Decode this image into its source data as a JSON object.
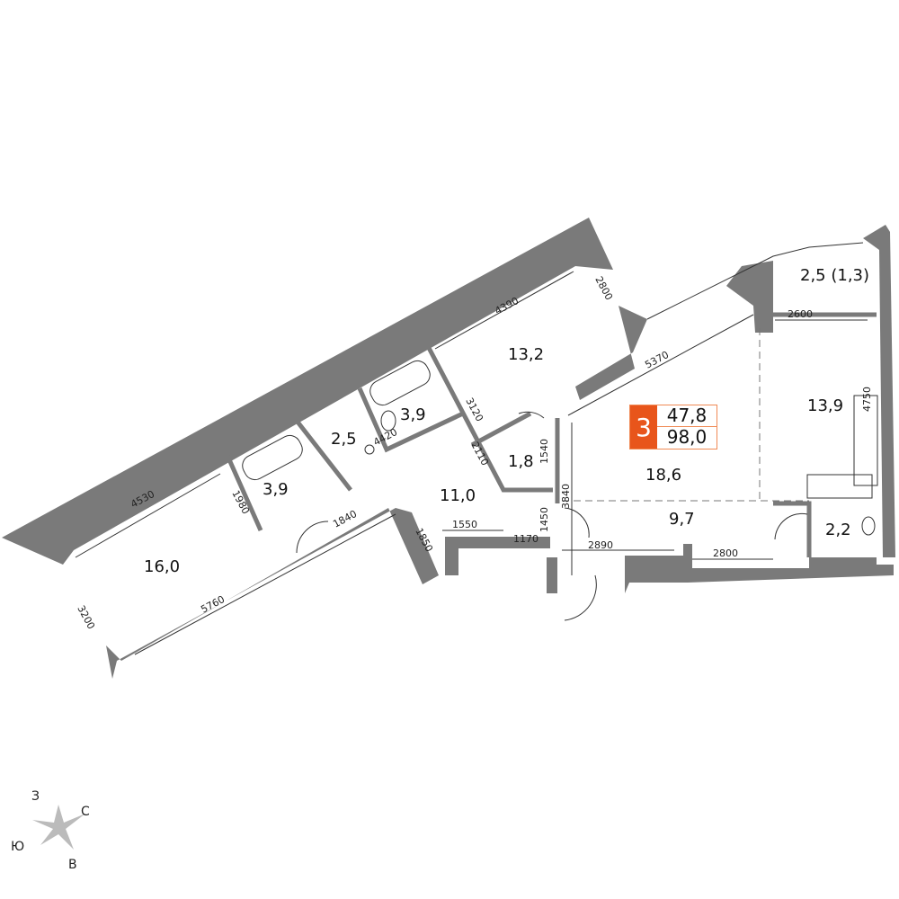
{
  "badge": {
    "rooms": "3",
    "living_area": "47,8",
    "total_area": "98,0",
    "color": "#e8551b"
  },
  "areas": [
    "16,0",
    "3,9",
    "2,5",
    "3,9",
    "13,2",
    "1,8",
    "11,0",
    "18,6",
    "13,9",
    "9,7",
    "2,2",
    "2,5 (1,3)"
  ],
  "dimensions": [
    "4390",
    "2800",
    "5370",
    "2600",
    "4750",
    "3120",
    "2110",
    "1540",
    "3840",
    "1450",
    "4420",
    "1980",
    "4530",
    "1840",
    "1850",
    "1550",
    "1170",
    "2890",
    "2800",
    "5760",
    "3200"
  ],
  "compass": {
    "west": "З",
    "north": "С",
    "south": "Ю",
    "east": "В"
  }
}
